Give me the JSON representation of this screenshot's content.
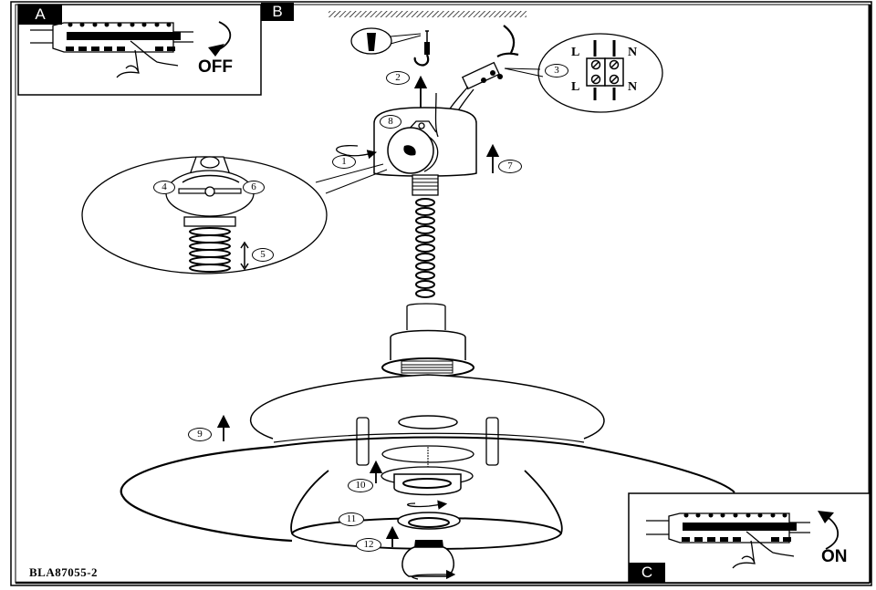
{
  "document": {
    "code": "BLA87055-2"
  },
  "panels": {
    "a": {
      "letter": "A",
      "action_label": "OFF"
    },
    "b": {
      "letter": "B"
    },
    "c": {
      "letter": "C",
      "action_label": "ON"
    }
  },
  "steps": [
    "1",
    "2",
    "3",
    "4",
    "5",
    "6",
    "7",
    "8",
    "9",
    "10",
    "11",
    "12"
  ],
  "terminal": {
    "top_left": "L",
    "top_right": "N",
    "bottom_left": "L",
    "bottom_right": "N"
  },
  "colors": {
    "ink": "#000000",
    "paper": "#ffffff"
  }
}
